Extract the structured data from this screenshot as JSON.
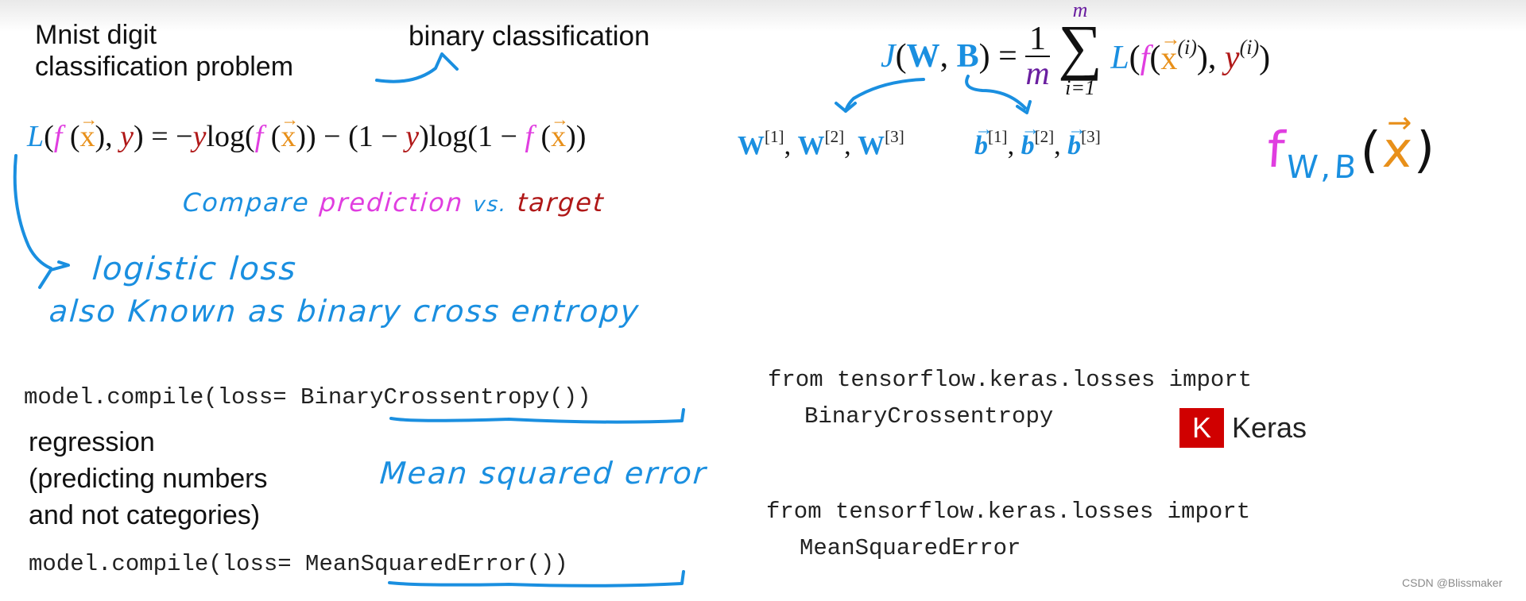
{
  "slide": {
    "top_left": {
      "line1": "Mnist digit",
      "line2": "classification problem",
      "arrow_target": "binary classification"
    },
    "loss_formula": {
      "L": "L",
      "f": "f",
      "x": "x",
      "y": "y",
      "lhs_open": "(",
      "lhs_mid": "(",
      "lhs_close": "),",
      "lhs_end": ") = −",
      "log1": "log(",
      "f2": "f",
      "x2": "x",
      "mid": ")) − (1 − ",
      "y2": "y",
      "log2": ")log(1 − ",
      "f3": "f",
      "x3": "x",
      "end": "))",
      "paren_open": "(",
      "paren_open2": "("
    },
    "annotations": {
      "compare": "Compare",
      "prediction": "prediction",
      "vs": "vs.",
      "target": "target",
      "logistic_loss": "logistic loss",
      "also_known": "also Known as binary cross entropy",
      "mse": "Mean squared error"
    },
    "cost_formula": {
      "J": "J",
      "args_open": "(",
      "W": "W",
      "comma": ", ",
      "B": "B",
      "args_close": ") = ",
      "frac_num": "1",
      "frac_den": "m",
      "sum_top": "m",
      "sum_sym": "∑",
      "sum_bot": "i=1",
      "L": "L",
      "open1": "(",
      "f": "f",
      "open2": "(",
      "x": "x",
      "sup_i": "(i)",
      "close_comma": "), ",
      "y": "y",
      "sup_i2": "(i)",
      "close": ")"
    },
    "weights": {
      "w": "W",
      "s1": "[1]",
      "s2": "[2]",
      "s3": "[3]",
      "sep": ", "
    },
    "biases": {
      "b": "b",
      "s1": "[1]",
      "s2": "[2]",
      "s3": "[3]",
      "sep": ", "
    },
    "model_function": {
      "f": "f",
      "sub": "W,B",
      "open": "(",
      "x": "x",
      "close": ")"
    },
    "code": {
      "compile_bce": "model.compile(loss= BinaryCrossentropy())",
      "import_bce_1": "from tensorflow.keras.losses import",
      "import_bce_2": "BinaryCrossentropy",
      "regression_1": "regression",
      "regression_2": "(predicting numbers",
      "regression_3": "and not categories)",
      "import_mse_1": "from tensorflow.keras.losses import",
      "import_mse_2": "MeanSquaredError",
      "compile_mse": "model.compile(loss= MeanSquaredError())"
    },
    "keras": {
      "logo_letter": "K",
      "name": "Keras",
      "logo_color": "#d00000"
    },
    "watermark": "CSDN @Blissmaker",
    "colors": {
      "blue": "#1a8fe0",
      "magenta": "#e03ee0",
      "orange": "#e8901a",
      "dark_red": "#b01818",
      "purple": "#6a1fa0"
    }
  }
}
